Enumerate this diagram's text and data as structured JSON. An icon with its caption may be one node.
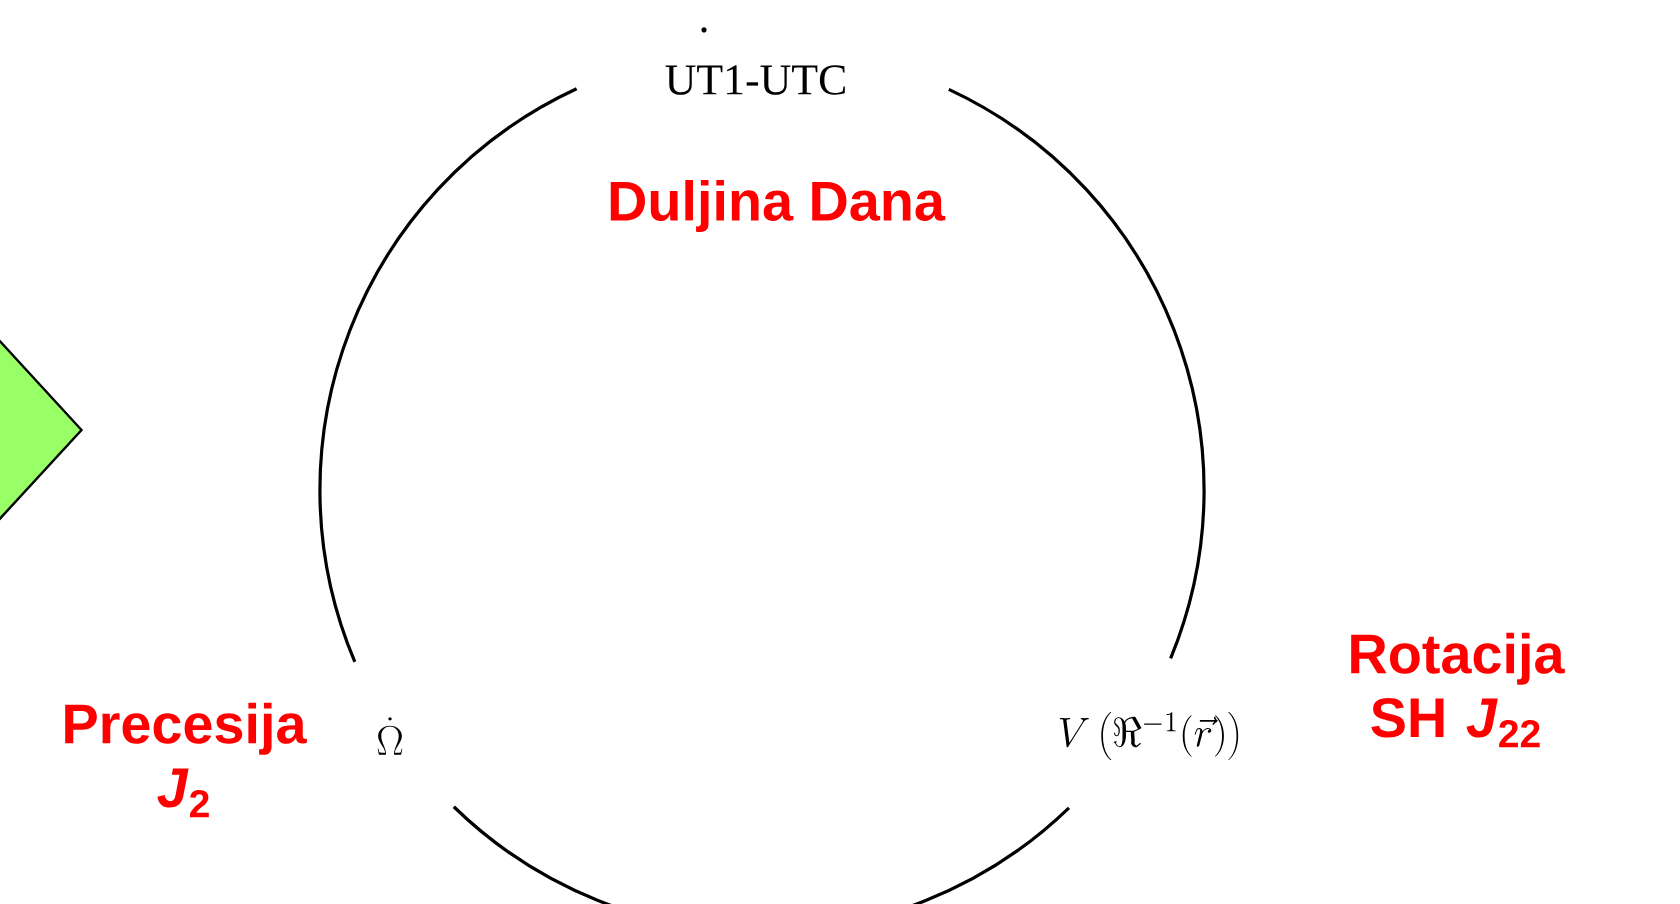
{
  "diagram": {
    "nodes": [
      {
        "text": [],
        "shape": "diamond"
      },
      {
        "text": [
          "UT1-UTC"
        ],
        "beside": [
          "Duljina Dana"
        ]
      },
      {
        "text": [
          "\\dot{\\Omega}"
        ],
        "beside": [
          "Precesija *J*$_{2}$"
        ]
      },
      {
        "text": [
          "V\\left(\\Re^{-1}(\\vec{r})\\right)"
        ],
        "beside": [
          "Rotacija SH *J*$_{22}$"
        ]
      }
    ],
    "edges": [
      {
        "from": 1,
        "to": 3,
        "arrow": "none"
      },
      {
        "from": 1,
        "to": 2,
        "arrow": "none"
      },
      {
        "from": 2,
        "to": 3,
        "arrow": "none"
      }
    ]
  }
}
